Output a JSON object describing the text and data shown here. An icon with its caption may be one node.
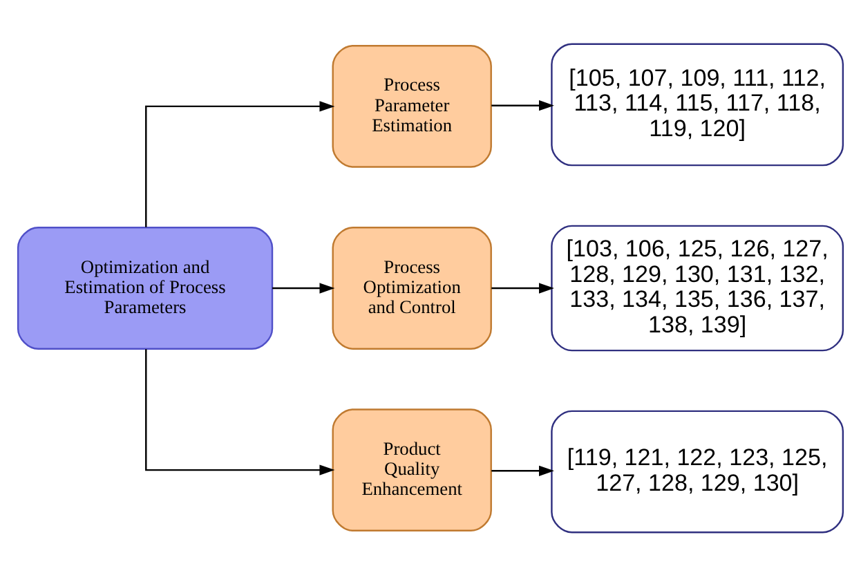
{
  "diagram": {
    "nodes": [
      {
        "text": [
          "Optimization and Estimation of Process Parameters"
        ]
      },
      {
        "text": [
          "Process Parameter Estimation"
        ]
      },
      {
        "text": [
          "Process Optimization and Control"
        ]
      },
      {
        "text": [
          "Product Quality Enhancement"
        ]
      },
      {
        "text": [
          "[105, 107, 109, 111, 112, 113, 114, 115, 117, 118, 119, 120]"
        ]
      },
      {
        "text": [
          "[103, 106, 125, 126, 127, 128, 129, 130, 131, 132, 133, 134, 135, 136, 137, 138, 139]"
        ]
      },
      {
        "text": [
          "[119, 121, 122, 123, 125, 127, 128, 129, 130]"
        ]
      }
    ],
    "edges": [
      {
        "from": 0,
        "to": 1,
        "arrow": "to"
      },
      {
        "from": 0,
        "to": 2,
        "arrow": "to"
      },
      {
        "from": 0,
        "to": 3,
        "arrow": "to"
      },
      {
        "from": 1,
        "to": 4,
        "arrow": "to"
      },
      {
        "from": 2,
        "to": 5,
        "arrow": "to"
      },
      {
        "from": 3,
        "to": 6,
        "arrow": "to"
      }
    ]
  }
}
